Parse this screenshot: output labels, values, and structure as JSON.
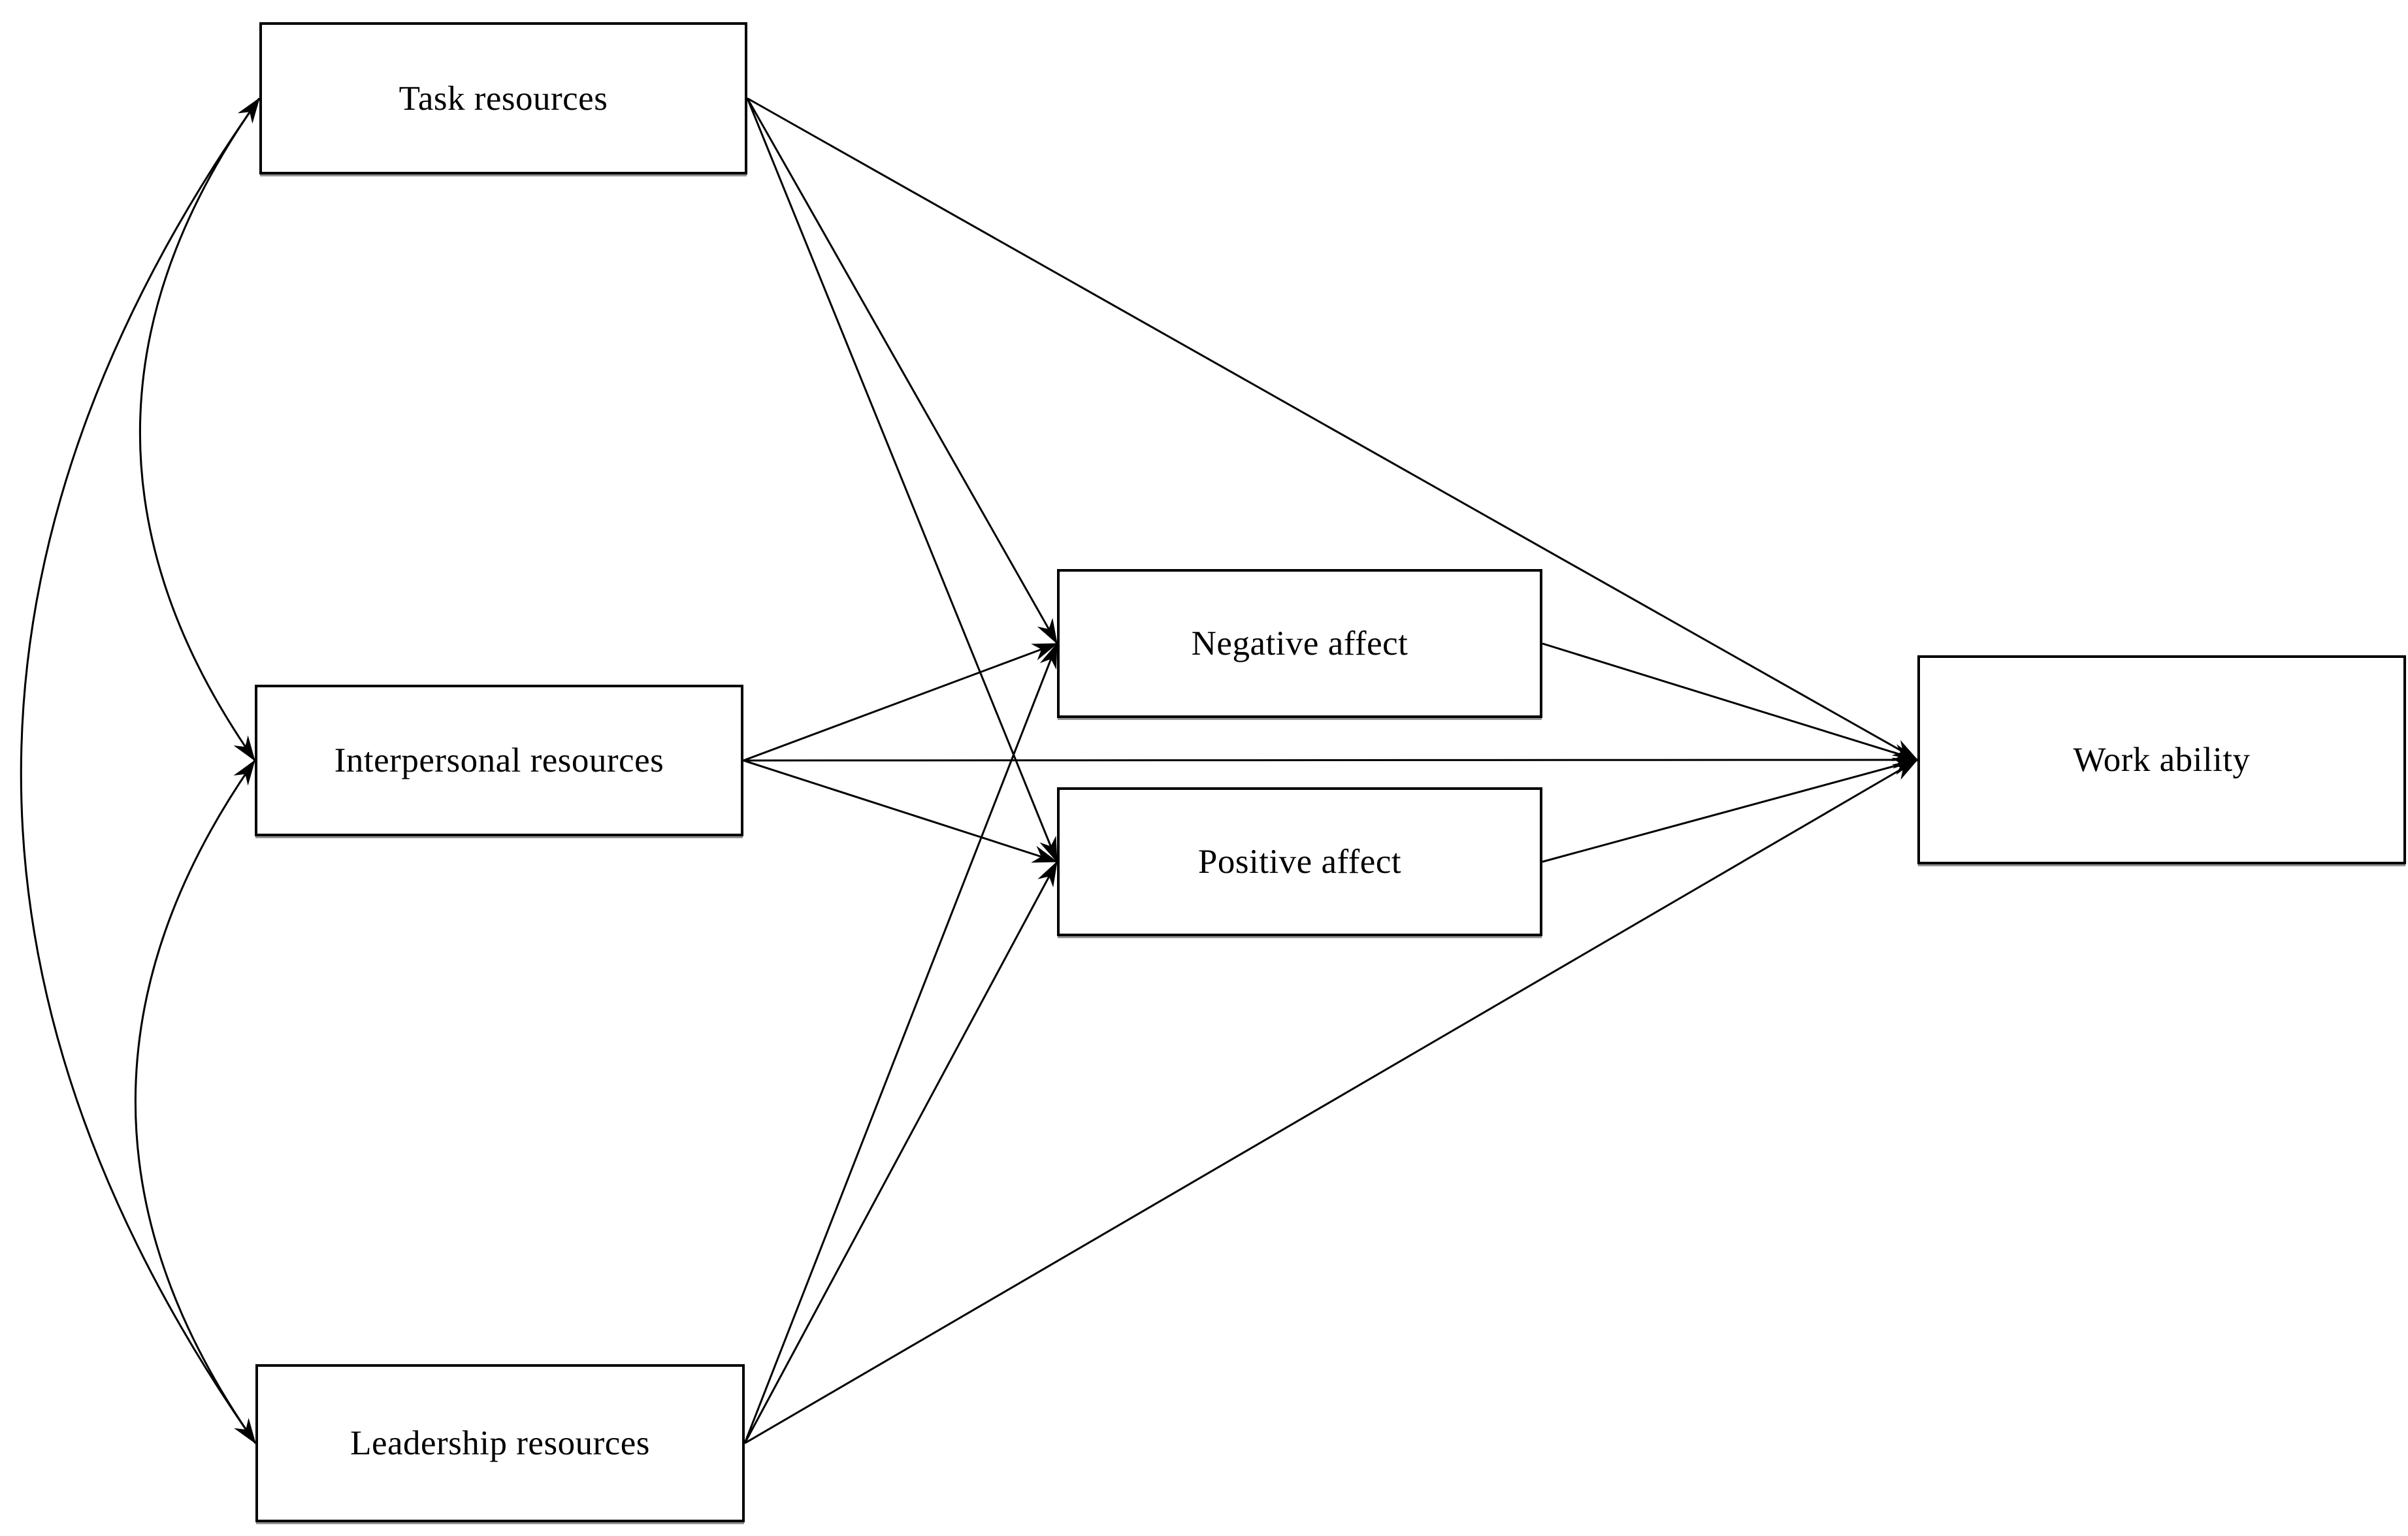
{
  "figure": {
    "background": "#ffffff",
    "line_color": "#000000",
    "nodes": [
      {
        "id": "task_resources",
        "label": "Task resources"
      },
      {
        "id": "interpersonal_resources",
        "label": "Interpersonal resources"
      },
      {
        "id": "leadership_resources",
        "label": "Leadership resources"
      },
      {
        "id": "negative_affect",
        "label": "Negative affect"
      },
      {
        "id": "positive_affect",
        "label": "Positive affect"
      },
      {
        "id": "work_ability",
        "label": "Work ability"
      }
    ],
    "edges": [
      {
        "from": "task_resources",
        "to": "negative_affect",
        "type": "directed"
      },
      {
        "from": "task_resources",
        "to": "positive_affect",
        "type": "directed"
      },
      {
        "from": "task_resources",
        "to": "work_ability",
        "type": "directed"
      },
      {
        "from": "interpersonal_resources",
        "to": "negative_affect",
        "type": "directed"
      },
      {
        "from": "interpersonal_resources",
        "to": "positive_affect",
        "type": "directed"
      },
      {
        "from": "interpersonal_resources",
        "to": "work_ability",
        "type": "directed"
      },
      {
        "from": "leadership_resources",
        "to": "negative_affect",
        "type": "directed"
      },
      {
        "from": "leadership_resources",
        "to": "positive_affect",
        "type": "directed"
      },
      {
        "from": "leadership_resources",
        "to": "work_ability",
        "type": "directed"
      },
      {
        "from": "negative_affect",
        "to": "work_ability",
        "type": "directed"
      },
      {
        "from": "positive_affect",
        "to": "work_ability",
        "type": "directed"
      },
      {
        "from": "task_resources",
        "to": "interpersonal_resources",
        "type": "covariance"
      },
      {
        "from": "interpersonal_resources",
        "to": "leadership_resources",
        "type": "covariance"
      },
      {
        "from": "task_resources",
        "to": "leadership_resources",
        "type": "covariance"
      }
    ]
  }
}
